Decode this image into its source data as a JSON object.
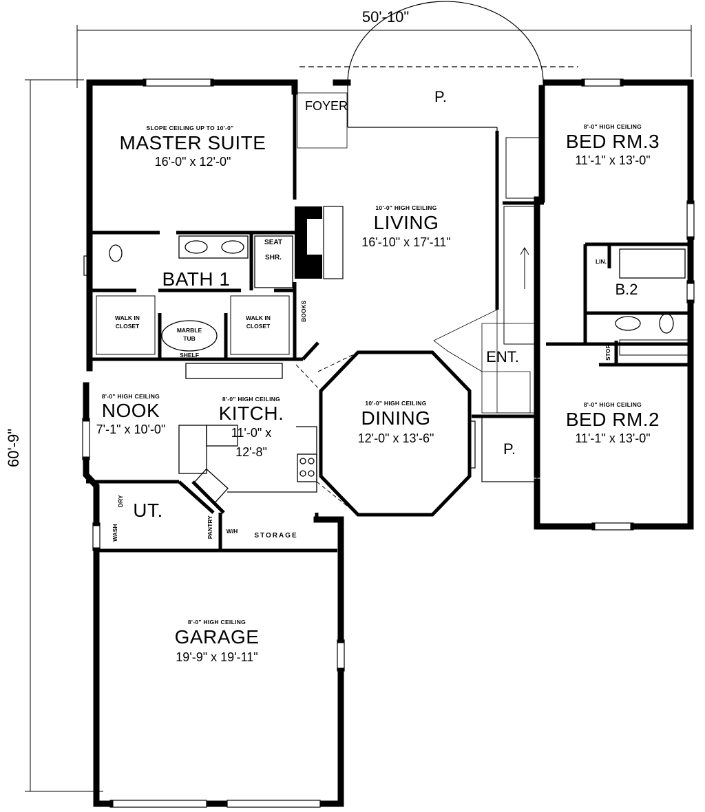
{
  "overall": {
    "width": "50'-10\"",
    "depth": "60'-9\""
  },
  "rooms": {
    "master": {
      "ceiling": "SLOPE CEILING UP TO 10'-0\"",
      "name": "MASTER SUITE",
      "size": "16'-0\" x 12'-0\""
    },
    "living": {
      "ceiling": "10'-0\" HIGH CEILING",
      "name": "LIVING",
      "size": "16'-10\" x 17'-11\""
    },
    "bed3": {
      "ceiling": "8'-0\" HIGH CEILING",
      "name": "BED RM.3",
      "size": "11'-1\" x 13'-0\""
    },
    "bed2": {
      "ceiling": "8'-0\" HIGH CEILING",
      "name": "BED RM.2",
      "size": "11'-1\" x 13'-0\""
    },
    "nook": {
      "ceiling": "8'-0\" HIGH CEILING",
      "name": "NOOK",
      "size": "7'-1\" x 10'-0\""
    },
    "kitchen": {
      "ceiling": "8'-0\" HIGH CEILING",
      "name": "KITCH.",
      "size_line1": "11'-0\" x",
      "size_line2": "12'-8\""
    },
    "dining": {
      "ceiling": "10'-0\" HIGH CEILING",
      "name": "DINING",
      "size": "12'-0\" x 13'-6\""
    },
    "garage": {
      "ceiling": "8'-0\" HIGH CEILING",
      "name": "GARAGE",
      "size": "19'-9\" x 19'-11\""
    },
    "bath1": "BATH 1",
    "b2": "B.2",
    "ut": "UT.",
    "ent": "ENT.",
    "foyer": "FOYER",
    "porch_front": "P.",
    "porch_side": "P."
  },
  "fixtures": {
    "seat": "SEAT",
    "shr": "SHR.",
    "walk_in_left": [
      "WALK IN",
      "CLOSET"
    ],
    "walk_in_right": [
      "WALK IN",
      "CLOSET"
    ],
    "marble_tub": [
      "MARBLE",
      "TUB"
    ],
    "shelf": "SHELF",
    "books": "BOOKS",
    "lin": "LIN.",
    "stor": "STOR",
    "dry": "DRY",
    "wash": "WASH",
    "pantry": "PANTRY",
    "wh": "W/H",
    "storage": "STORAGE"
  }
}
